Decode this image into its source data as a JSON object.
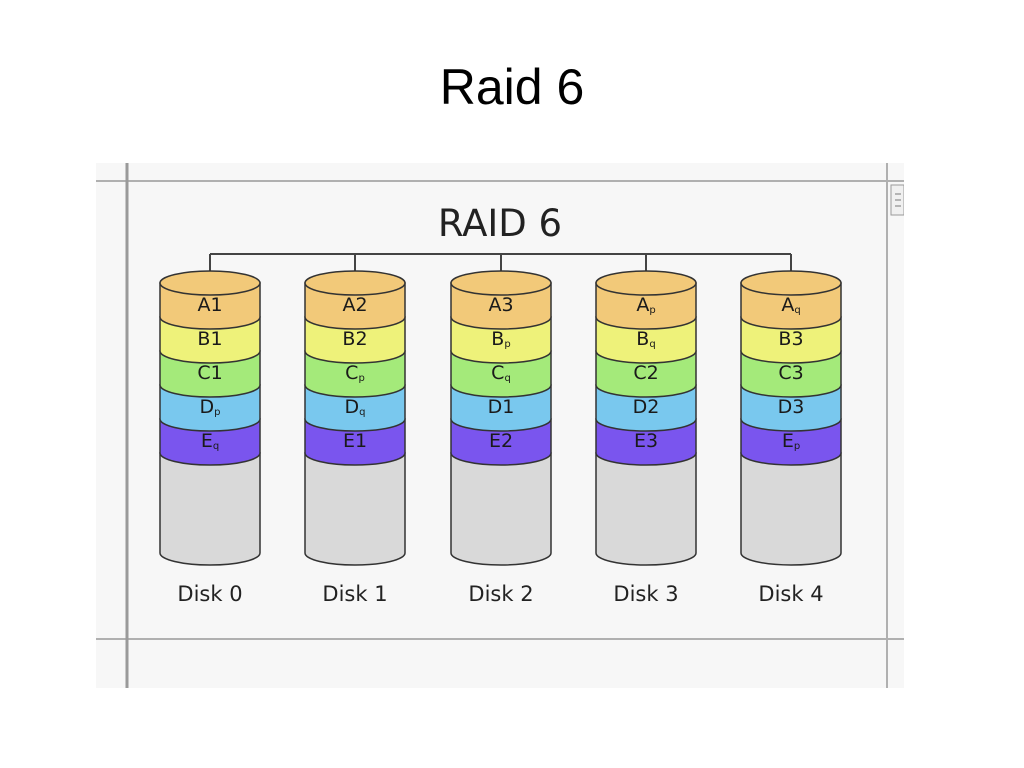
{
  "slide": {
    "title": "Raid 6"
  },
  "diagram": {
    "title": "RAID 6",
    "colors": {
      "A": "#f2c979",
      "B": "#eef27a",
      "C": "#a4ea7a",
      "D": "#79c8ee",
      "E": "#7a55ee",
      "empty": "#d9d9d9",
      "stroke": "#333333"
    },
    "disks": [
      {
        "label": "Disk 0",
        "blocks": [
          {
            "row": "A",
            "main": "A",
            "sub": "1"
          },
          {
            "row": "B",
            "main": "B",
            "sub": "1"
          },
          {
            "row": "C",
            "main": "C",
            "sub": "1"
          },
          {
            "row": "D",
            "main": "D",
            "sub": "p"
          },
          {
            "row": "E",
            "main": "E",
            "sub": "q"
          }
        ]
      },
      {
        "label": "Disk 1",
        "blocks": [
          {
            "row": "A",
            "main": "A",
            "sub": "2"
          },
          {
            "row": "B",
            "main": "B",
            "sub": "2"
          },
          {
            "row": "C",
            "main": "C",
            "sub": "p"
          },
          {
            "row": "D",
            "main": "D",
            "sub": "q"
          },
          {
            "row": "E",
            "main": "E",
            "sub": "1"
          }
        ]
      },
      {
        "label": "Disk 2",
        "blocks": [
          {
            "row": "A",
            "main": "A",
            "sub": "3"
          },
          {
            "row": "B",
            "main": "B",
            "sub": "p"
          },
          {
            "row": "C",
            "main": "C",
            "sub": "q"
          },
          {
            "row": "D",
            "main": "D",
            "sub": "1"
          },
          {
            "row": "E",
            "main": "E",
            "sub": "2"
          }
        ]
      },
      {
        "label": "Disk 3",
        "blocks": [
          {
            "row": "A",
            "main": "A",
            "sub": "p"
          },
          {
            "row": "B",
            "main": "B",
            "sub": "q"
          },
          {
            "row": "C",
            "main": "C",
            "sub": "2"
          },
          {
            "row": "D",
            "main": "D",
            "sub": "2"
          },
          {
            "row": "E",
            "main": "E",
            "sub": "3"
          }
        ]
      },
      {
        "label": "Disk 4",
        "blocks": [
          {
            "row": "A",
            "main": "A",
            "sub": "q"
          },
          {
            "row": "B",
            "main": "B",
            "sub": "3"
          },
          {
            "row": "C",
            "main": "C",
            "sub": "3"
          },
          {
            "row": "D",
            "main": "D",
            "sub": "3"
          },
          {
            "row": "E",
            "main": "E",
            "sub": "p"
          }
        ]
      }
    ]
  }
}
